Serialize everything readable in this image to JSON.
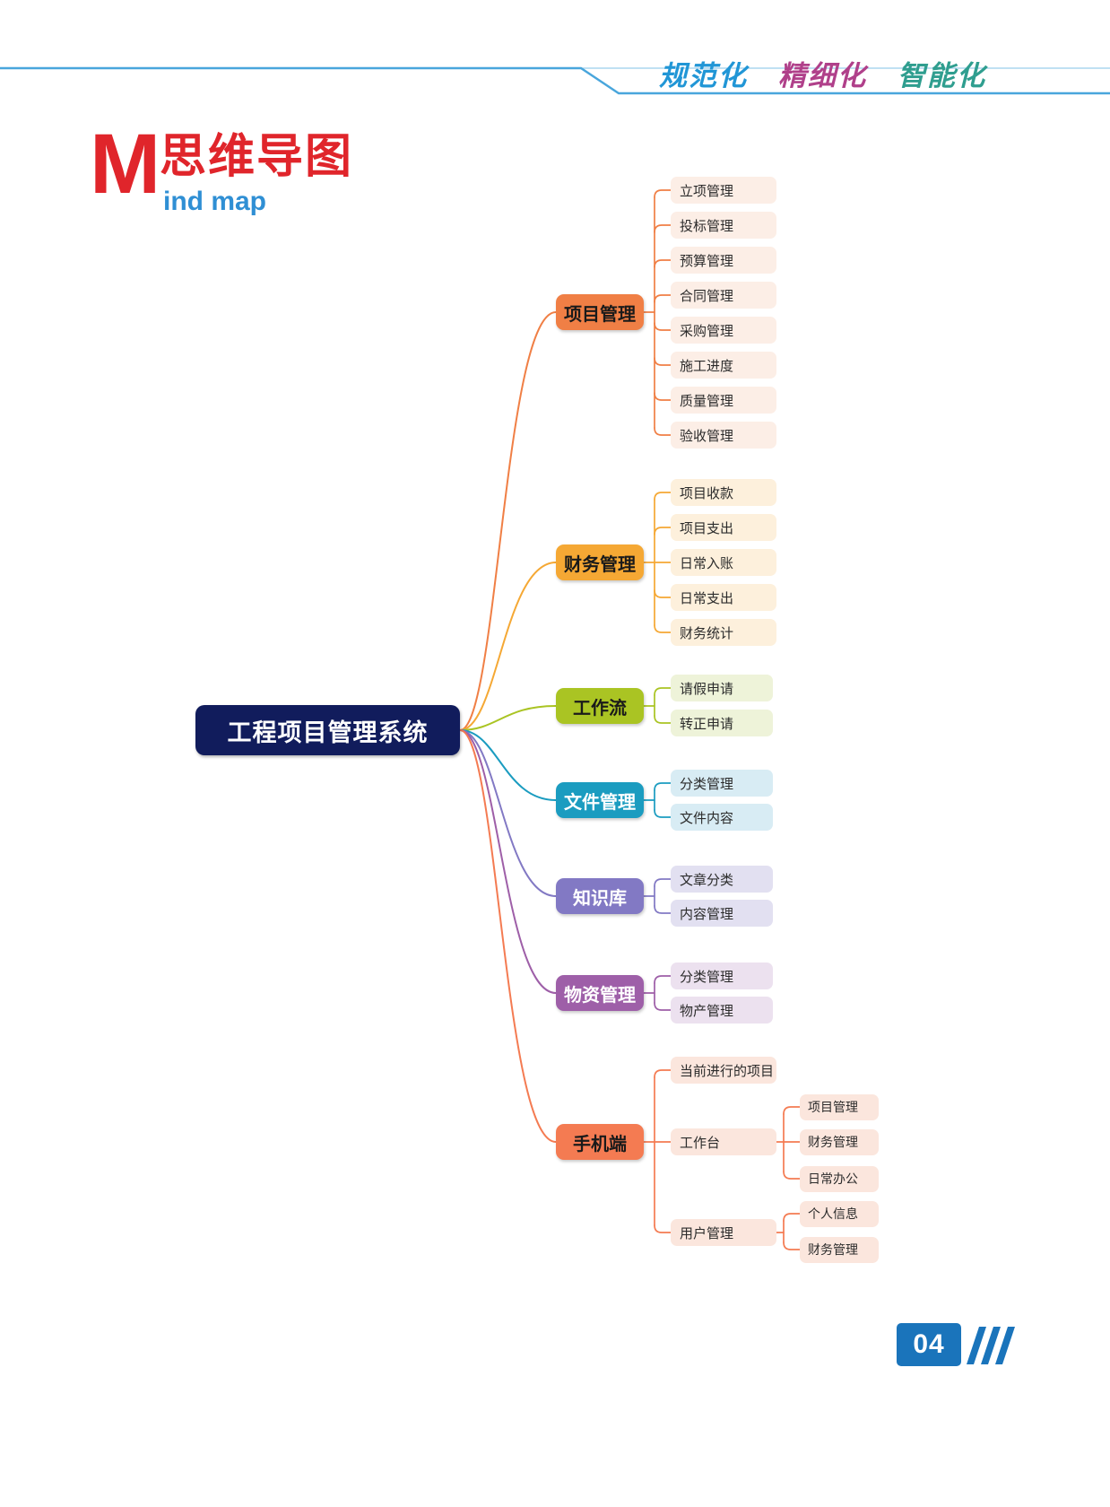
{
  "header": {
    "slogan": [
      "规范化",
      "精细化",
      "智能化"
    ],
    "slogan_colors": [
      "#2196d6",
      "#b0408a",
      "#2f9e8f"
    ],
    "line_color": "#49a6dc"
  },
  "title": {
    "initial": "M",
    "cn": "思维导图",
    "en": "ind map",
    "cn_color": "#e0252b",
    "en_color": "#2f8fd4"
  },
  "mindmap": {
    "root": {
      "label": "工程项目管理系统",
      "color": "#111c5c",
      "text_color": "#ffffff"
    },
    "branches": [
      {
        "label": "项目管理",
        "color": "#f07f45",
        "text_color": "#1a1a1a",
        "child_bg": "#fceee6",
        "children": [
          {
            "label": "立项管理"
          },
          {
            "label": "投标管理"
          },
          {
            "label": "预算管理"
          },
          {
            "label": "合同管理"
          },
          {
            "label": "采购管理"
          },
          {
            "label": "施工进度"
          },
          {
            "label": "质量管理"
          },
          {
            "label": "验收管理"
          }
        ]
      },
      {
        "label": "财务管理",
        "color": "#f5a834",
        "text_color": "#1a1a1a",
        "child_bg": "#fdf0dc",
        "children": [
          {
            "label": "项目收款"
          },
          {
            "label": "项目支出"
          },
          {
            "label": "日常入账"
          },
          {
            "label": "日常支出"
          },
          {
            "label": "财务统计"
          }
        ]
      },
      {
        "label": "工作流",
        "color": "#aac423",
        "text_color": "#1a1a1a",
        "child_bg": "#eef3d9",
        "children": [
          {
            "label": "请假申请"
          },
          {
            "label": "转正申请"
          }
        ]
      },
      {
        "label": "文件管理",
        "color": "#1b9cc0",
        "text_color": "#ffffff",
        "child_bg": "#d8ecf4",
        "children": [
          {
            "label": "分类管理"
          },
          {
            "label": "文件内容"
          }
        ]
      },
      {
        "label": "知识库",
        "color": "#8279c4",
        "text_color": "#ffffff",
        "child_bg": "#e2e0f1",
        "children": [
          {
            "label": "文章分类"
          },
          {
            "label": "内容管理"
          }
        ]
      },
      {
        "label": "物资管理",
        "color": "#9e5fa8",
        "text_color": "#ffffff",
        "child_bg": "#ece1ef",
        "children": [
          {
            "label": "分类管理"
          },
          {
            "label": "物产管理"
          }
        ]
      },
      {
        "label": "手机端",
        "color": "#f47b52",
        "text_color": "#1a1a1a",
        "child_bg": "#fbe6dd",
        "children": [
          {
            "label": "当前进行的项目",
            "children": []
          },
          {
            "label": "工作台",
            "children": [
              {
                "label": "项目管理"
              },
              {
                "label": "财务管理"
              },
              {
                "label": "日常办公"
              }
            ]
          },
          {
            "label": "用户管理",
            "children": [
              {
                "label": "个人信息"
              },
              {
                "label": "财务管理"
              }
            ]
          }
        ]
      }
    ]
  },
  "footer": {
    "page_number": "04",
    "page_color": "#1a74bb"
  }
}
